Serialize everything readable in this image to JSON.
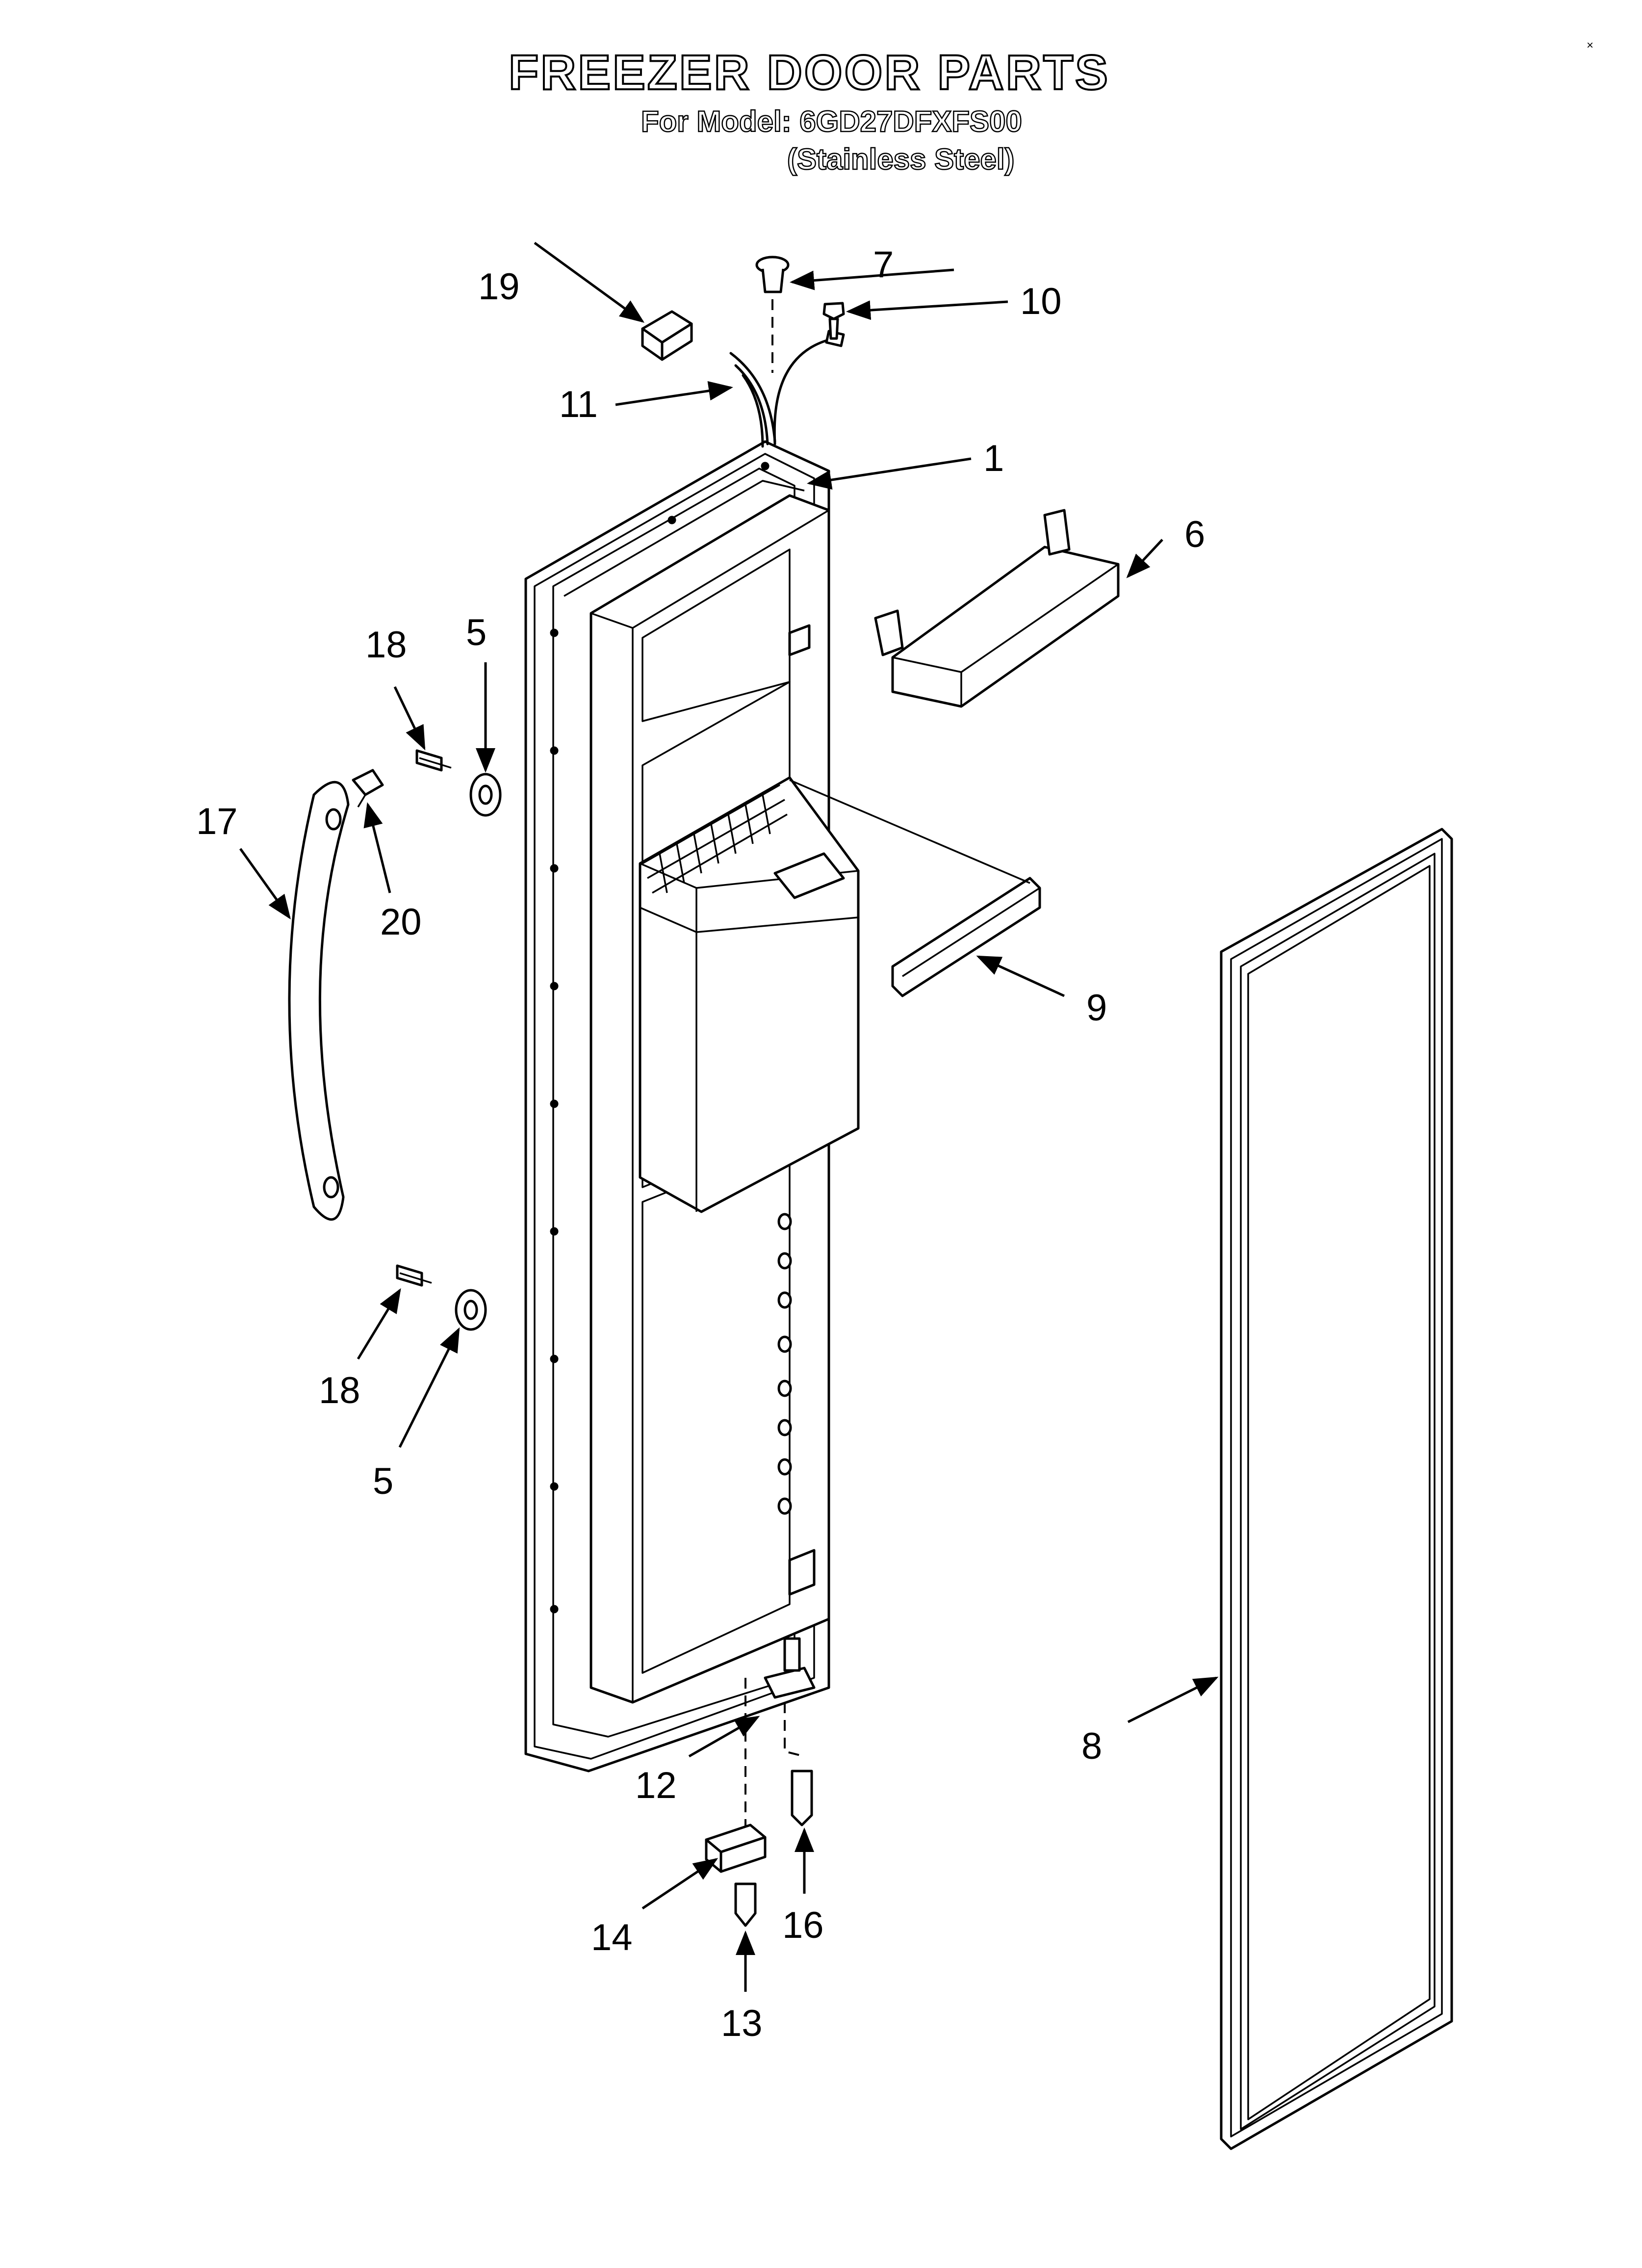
{
  "header": {
    "title": "FREEZER DOOR PARTS",
    "model_line": "For Model: 6GD27DFXFS00",
    "finish_line": "(Stainless Steel)"
  },
  "callouts": {
    "c1": "1",
    "c5a": "5",
    "c5b": "5",
    "c6": "6",
    "c7": "7",
    "c8": "8",
    "c9": "9",
    "c10": "10",
    "c11": "11",
    "c12": "12",
    "c13": "13",
    "c14": "14",
    "c16": "16",
    "c17": "17",
    "c18a": "18",
    "c18b": "18",
    "c19": "19",
    "c20": "20"
  }
}
